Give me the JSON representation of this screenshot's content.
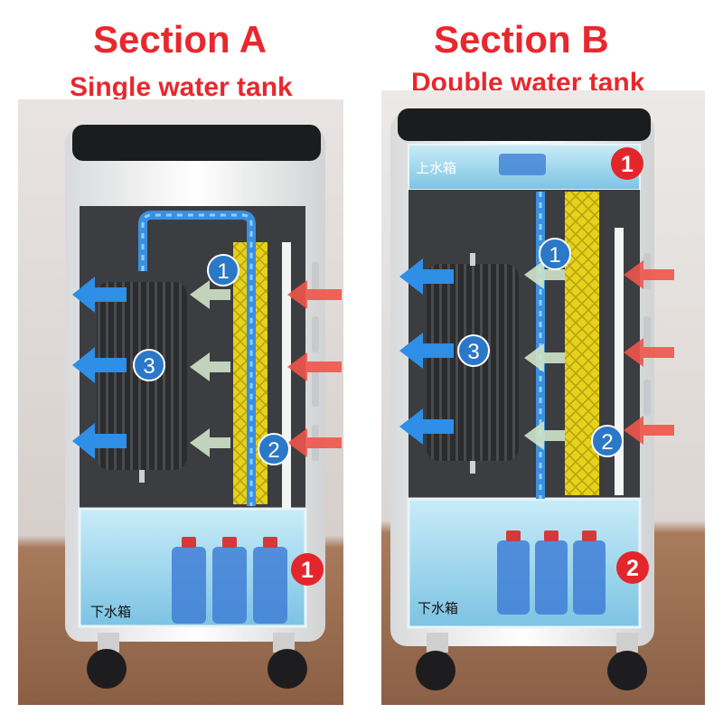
{
  "panel_a": {
    "title": "Section A",
    "subtitle": "Single water tank",
    "lower_tank_label": "下水箱",
    "markers": {
      "pump": "1",
      "pad": "2",
      "fan": "3",
      "tank": "1"
    }
  },
  "panel_b": {
    "title": "Section B",
    "subtitle": "Double water tank",
    "upper_tank_label": "上水箱",
    "lower_tank_label": "下水箱",
    "markers": {
      "upper_tank": "1",
      "pump": "1",
      "pad": "2",
      "fan": "3",
      "lower_tank": "2"
    }
  },
  "colors": {
    "title_red": "#e8282e",
    "marker_red": "#e3262b",
    "marker_blue": "#2b78c8",
    "pad_yellow": "#e6d21c",
    "water_blue": "#a8d8ee",
    "interior_dark": "#3c3d40"
  }
}
